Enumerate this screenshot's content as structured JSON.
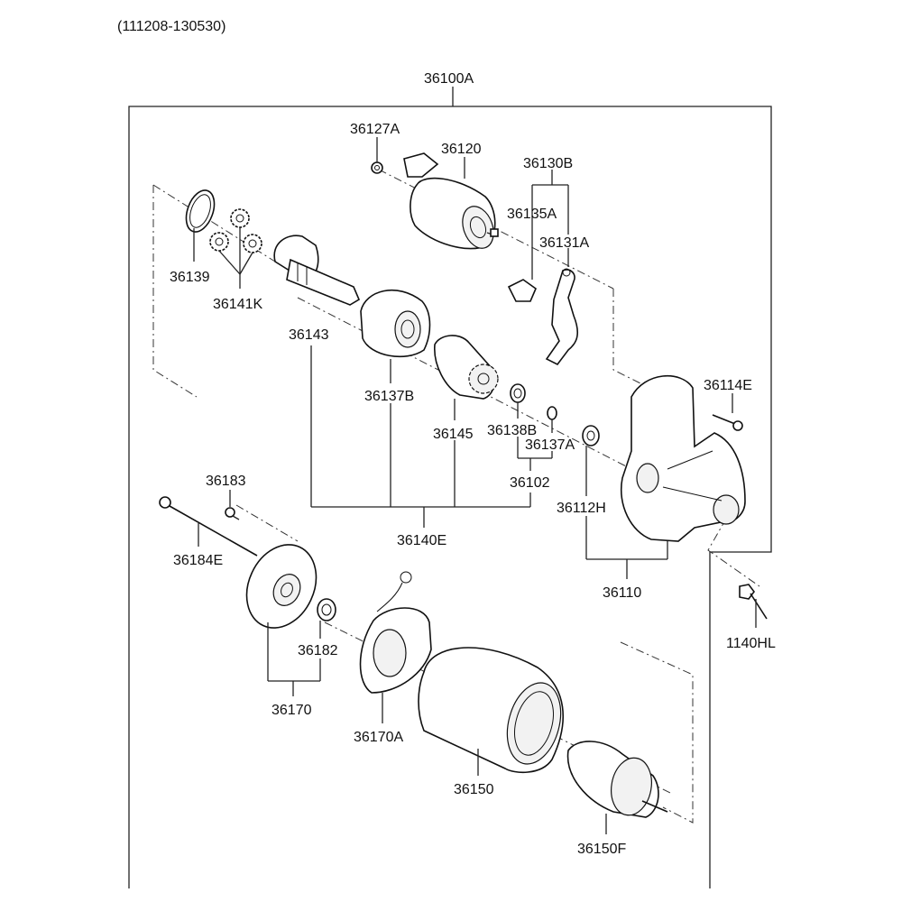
{
  "header": {
    "date_range": "(111208-130530)"
  },
  "assembly_label": "36100A",
  "parts": [
    {
      "id": "p36127A",
      "label": "36127A"
    },
    {
      "id": "p36120",
      "label": "36120"
    },
    {
      "id": "p36130B",
      "label": "36130B"
    },
    {
      "id": "p36135A",
      "label": "36135A"
    },
    {
      "id": "p36131A",
      "label": "36131A"
    },
    {
      "id": "p36139",
      "label": "36139"
    },
    {
      "id": "p36141K",
      "label": "36141K"
    },
    {
      "id": "p36143",
      "label": "36143"
    },
    {
      "id": "p36137B",
      "label": "36137B"
    },
    {
      "id": "p36145",
      "label": "36145"
    },
    {
      "id": "p36138B",
      "label": "36138B"
    },
    {
      "id": "p36137A",
      "label": "36137A"
    },
    {
      "id": "p36102",
      "label": "36102"
    },
    {
      "id": "p36114E",
      "label": "36114E"
    },
    {
      "id": "p36112H",
      "label": "36112H"
    },
    {
      "id": "p36183",
      "label": "36183"
    },
    {
      "id": "p36184E",
      "label": "36184E"
    },
    {
      "id": "p36140E",
      "label": "36140E"
    },
    {
      "id": "p36110",
      "label": "36110"
    },
    {
      "id": "p1140HL",
      "label": "1140HL"
    },
    {
      "id": "p36182",
      "label": "36182"
    },
    {
      "id": "p36170",
      "label": "36170"
    },
    {
      "id": "p36170A",
      "label": "36170A"
    },
    {
      "id": "p36150",
      "label": "36150"
    },
    {
      "id": "p36150F",
      "label": "36150F"
    }
  ]
}
